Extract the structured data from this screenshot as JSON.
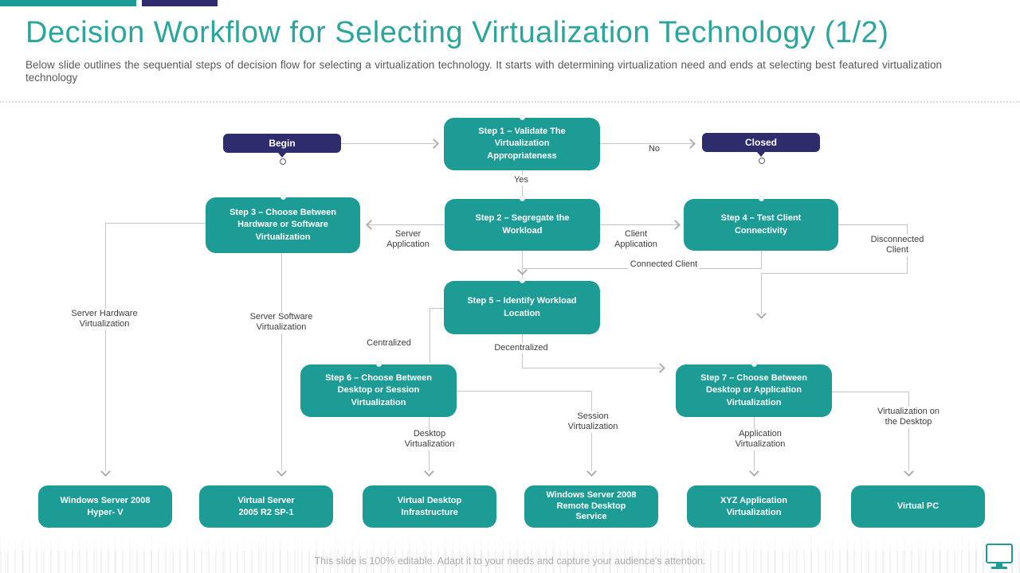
{
  "slide": {
    "title": "Decision Workflow for Selecting Virtualization Technology (1/2)",
    "subtitle": "Below slide outlines the sequential steps of decision flow for selecting a virtualization technology. It starts with determining virtualization need and ends at selecting best featured virtualization technology",
    "footer": "This slide is 100% editable. Adapt it to your needs and capture your audience's attention."
  },
  "colors": {
    "teal": "#1d9c95",
    "navy": "#2e2c6d",
    "line": "#c6c6c6",
    "label": "#3d3d3d",
    "title": "#2aa69c",
    "subtitle": "#595959",
    "footer": "#ababab"
  },
  "icons": {
    "bottom_right": "monitor-icon",
    "arrowheads": "arrowhead-icon",
    "connector_dots": "connector-dot"
  },
  "nodes": {
    "begin": "Begin",
    "closed": "Closed",
    "step1": "Step 1 – Validate The\nVirtualization\nAppropriateness",
    "step2": "Step 2 – Segregate the\nWorkload",
    "step3": "Step 3 – Choose Between\nHardware or Software\nVirtualization",
    "step4": "Step 4 – Test Client\nConnectivity",
    "step5": "Step 5 – Identify Workload\nLocation",
    "step6": "Step 6 – Choose Between\nDesktop or Session\nVirtualization",
    "step7": "Step 7 – Choose Between\nDesktop or Application\nVirtualization",
    "outcome1": "Windows Server 2008\nHyper- V",
    "outcome2": "Virtual Server\n2005 R2 SP-1",
    "outcome3": "Virtual Desktop\nInfrastructure",
    "outcome4": "Windows Server 2008\nRemote Desktop\nService",
    "outcome5": "XYZ Application\nVirtualization",
    "outcome6": "Virtual PC"
  },
  "edge_labels": {
    "yes": "Yes",
    "no": "No",
    "server_application": "Server\nApplication",
    "client_application": "Client\nApplication",
    "connected_client": "Connected Client",
    "disconnected_client": "Disconnected\nClient",
    "server_hardware_virtualization": "Server Hardware\nVirtualization",
    "server_software_virtualization": "Server Software\nVirtualization",
    "centralized": "Centralized",
    "decentralized": "Decentralized",
    "desktop_virtualization": "Desktop\nVirtualization",
    "session_virtualization": "Session\nVirtualization",
    "application_virtualization": "Application\nVirtualization",
    "virtualization_on_the_desktop": "Virtualization on\nthe Desktop"
  }
}
